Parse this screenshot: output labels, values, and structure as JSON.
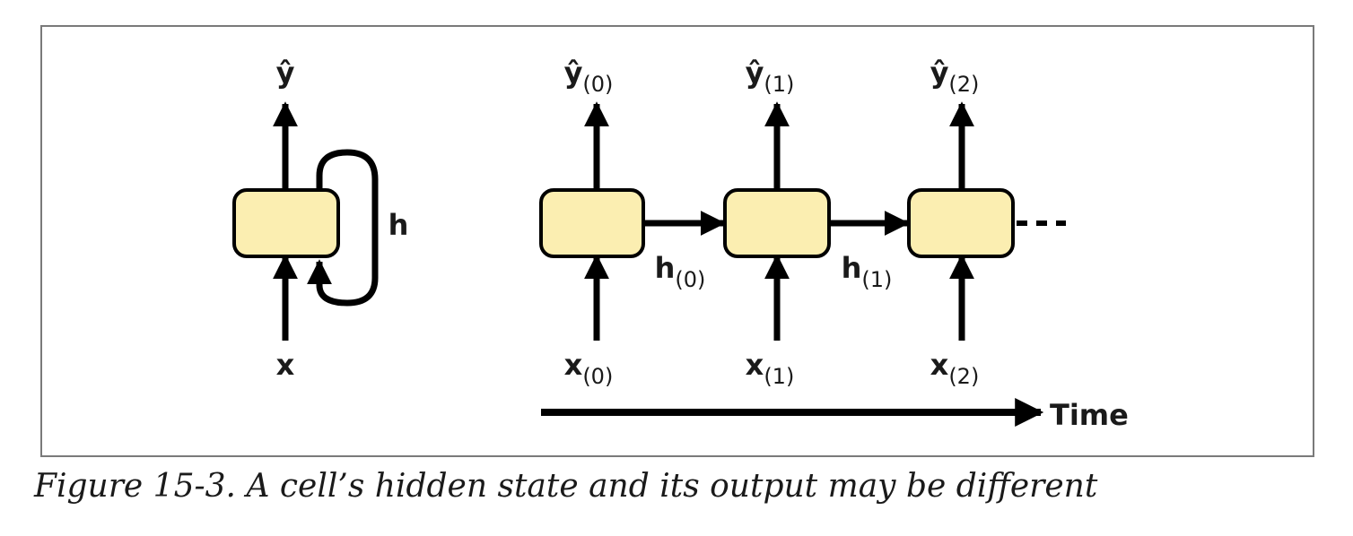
{
  "colors": {
    "cell_fill": "#fbeeb1",
    "stroke": "#000000",
    "frame": "#7a7a7a"
  },
  "folded": {
    "input": "x",
    "output": "ŷ",
    "hidden": "h"
  },
  "unrolled": {
    "steps": [
      {
        "input": "x",
        "input_sub": "(0)",
        "output": "ŷ",
        "output_sub": "(0)"
      },
      {
        "input": "x",
        "input_sub": "(1)",
        "output": "ŷ",
        "output_sub": "(1)"
      },
      {
        "input": "x",
        "input_sub": "(2)",
        "output": "ŷ",
        "output_sub": "(2)"
      }
    ],
    "hidden_links": [
      {
        "label": "h",
        "sub": "(0)"
      },
      {
        "label": "h",
        "sub": "(1)"
      }
    ]
  },
  "time_label": "Time",
  "caption": "Figure 15-3. A cell’s hidden state and its output may be different"
}
